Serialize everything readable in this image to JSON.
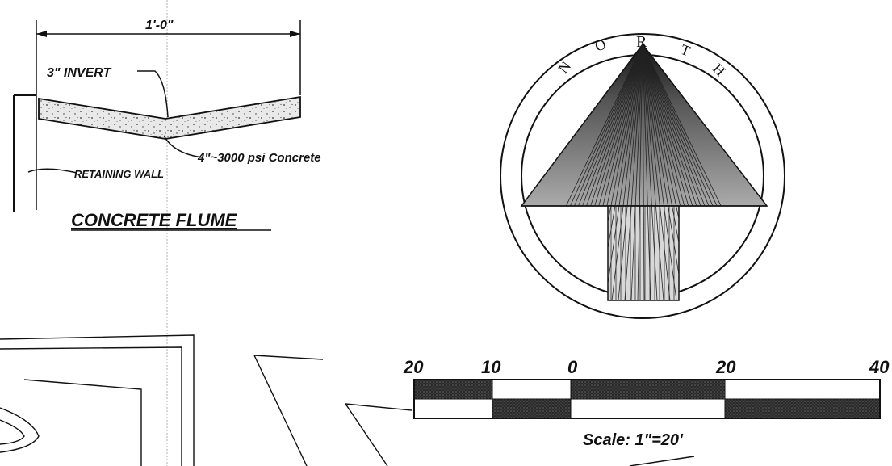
{
  "flume": {
    "dimension": "1'-0\"",
    "invert": "3\" INVERT",
    "concrete": "4\"~3000 psi Concrete",
    "wall": "RETAINING WALL",
    "title": "CONCRETE FLUME"
  },
  "north": {
    "letters": [
      "N",
      "O",
      "R",
      "T",
      "H"
    ]
  },
  "scale": {
    "ticks": [
      "20",
      "10",
      "0",
      "20",
      "40"
    ],
    "label": "Scale: 1\"=20'"
  },
  "colors": {
    "ink": "#111111",
    "paper": "#ffffff",
    "grid": "#b0b0b0"
  }
}
